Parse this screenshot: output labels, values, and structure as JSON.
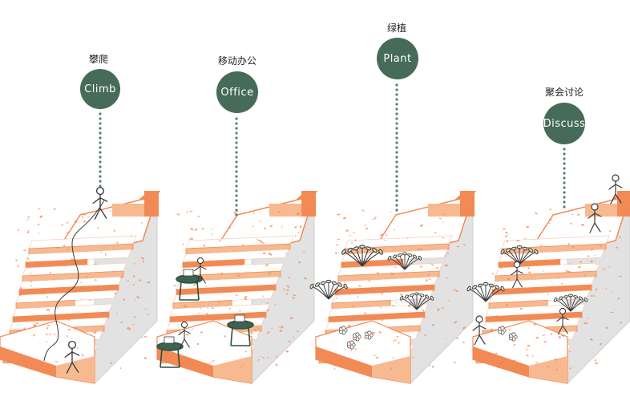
{
  "colors": {
    "bubble": "#466b59",
    "dots": "#5d7f6e",
    "stair_orange": "#f28a55",
    "stair_light": "#f7b990",
    "side_gray": "#e2e2e2",
    "top_white": "#ffffff",
    "line": "#3a3a3a"
  },
  "panels": [
    {
      "id": "climb",
      "label_cn": "攀爬",
      "label_en": "Climb"
    },
    {
      "id": "office",
      "label_cn": "移动办公",
      "label_en": "Office"
    },
    {
      "id": "plant",
      "label_cn": "绿植",
      "label_en": "Plant"
    },
    {
      "id": "discuss",
      "label_cn": "聚会讨论",
      "label_en": "Discuss"
    }
  ]
}
